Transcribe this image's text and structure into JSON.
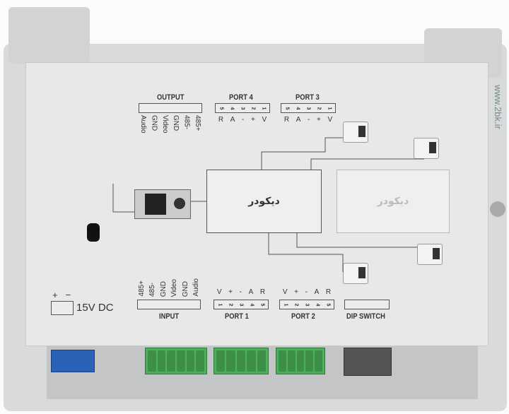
{
  "output": {
    "title": "OUTPUT",
    "signals": [
      "Audio",
      "GND",
      "Video",
      "GND",
      "485-",
      "485+"
    ]
  },
  "port4": {
    "title": "PORT 4",
    "pins": [
      "5",
      "4",
      "3",
      "2",
      "1"
    ],
    "signals": [
      "R",
      "A",
      "-",
      "+",
      "V"
    ]
  },
  "port3": {
    "title": "PORT 3",
    "pins": [
      "5",
      "4",
      "3",
      "2",
      "1"
    ],
    "signals": [
      "R",
      "A",
      "-",
      "+",
      "V"
    ]
  },
  "input": {
    "title": "INPUT",
    "signals": [
      "485+",
      "485-",
      "GND",
      "Video",
      "GND",
      "Audio"
    ]
  },
  "port1": {
    "title": "PORT 1",
    "pins": [
      "1",
      "2",
      "3",
      "4",
      "5"
    ],
    "signals": [
      "V",
      "+",
      "-",
      "A",
      "R"
    ]
  },
  "port2": {
    "title": "PORT 2",
    "pins": [
      "1",
      "2",
      "3",
      "4",
      "5"
    ],
    "signals": [
      "V",
      "+",
      "-",
      "A",
      "R"
    ]
  },
  "dip": {
    "title": "DIP SWITCH"
  },
  "power": {
    "label": "15V DC",
    "plus": "+",
    "minus": "−"
  },
  "decoder": {
    "title": "دیکودر",
    "faded_title": "دیکودر"
  },
  "watermark": "www.2bk.ir"
}
